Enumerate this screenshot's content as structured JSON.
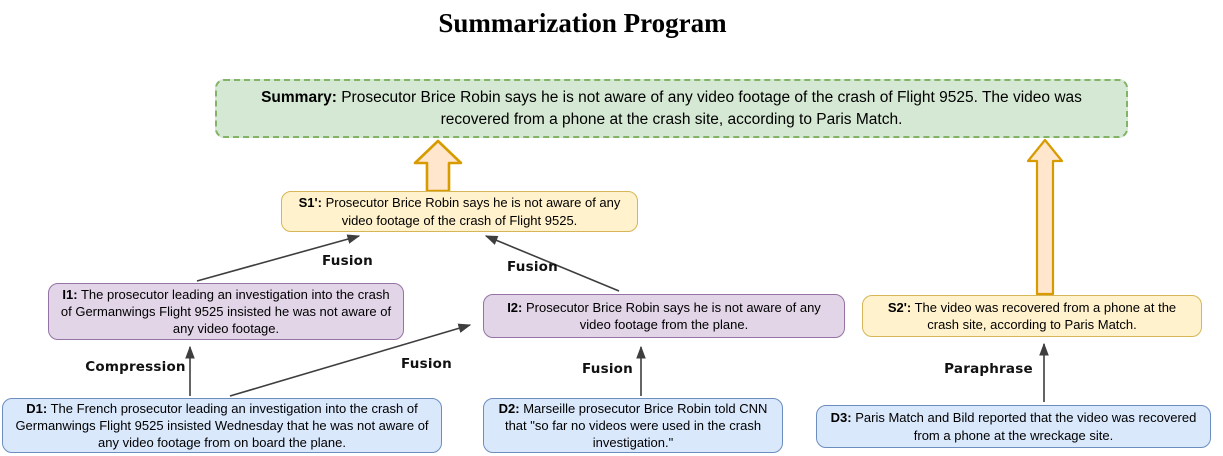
{
  "title": "Summarization Program",
  "colors": {
    "summary_fill": "#d5e8d4",
    "summary_border": "#82b366",
    "sentence_fill": "#fff2cc",
    "sentence_border": "#d6b656",
    "intermediate_fill": "#e1d5e7",
    "intermediate_border": "#9673a6",
    "document_fill": "#dae8fc",
    "document_border": "#6c8ebf",
    "block_arrow_fill": "#ffe6cc",
    "block_arrow_stroke": "#d79b00",
    "connector_color": "#3e3e3e"
  },
  "nodes": {
    "summary": {
      "label": "Summary:",
      "text": "Prosecutor Brice Robin says he is not aware of any video footage of the crash of Flight 9525. The video was recovered from a phone at the crash site, according to Paris Match."
    },
    "s1": {
      "label": "S1':",
      "text": "Prosecutor Brice Robin says he is not aware of any video footage of the crash of Flight 9525."
    },
    "s2": {
      "label": "S2':",
      "text": "The video was recovered from a phone at the crash site, according to Paris Match."
    },
    "i1": {
      "label": "I1:",
      "text": "The prosecutor leading an investigation into the crash of Germanwings Flight 9525 insisted he was not aware of any video footage."
    },
    "i2": {
      "label": "I2:",
      "text": "Prosecutor Brice Robin says he is not aware of any video footage from the plane."
    },
    "d1": {
      "label": "D1:",
      "text": "The French prosecutor leading an investigation into the crash of Germanwings Flight 9525 insisted Wednesday that he was not aware of any video footage from on board the plane."
    },
    "d2": {
      "label": "D2:",
      "text": "Marseille prosecutor Brice Robin told CNN that \"so far no videos were used in the crash investigation.\""
    },
    "d3": {
      "label": "D3:",
      "text": "Paris Match and Bild reported that the video was recovered from a phone at the wreckage site."
    }
  },
  "edge_labels": {
    "compression_d1_i1": "Compression",
    "fusion_d1_i2": "Fusion",
    "fusion_d2_i2": "Fusion",
    "fusion_i1_s1": "Fusion",
    "fusion_i2_s1": "Fusion",
    "paraphrase_d3_s2": "Paraphrase"
  }
}
